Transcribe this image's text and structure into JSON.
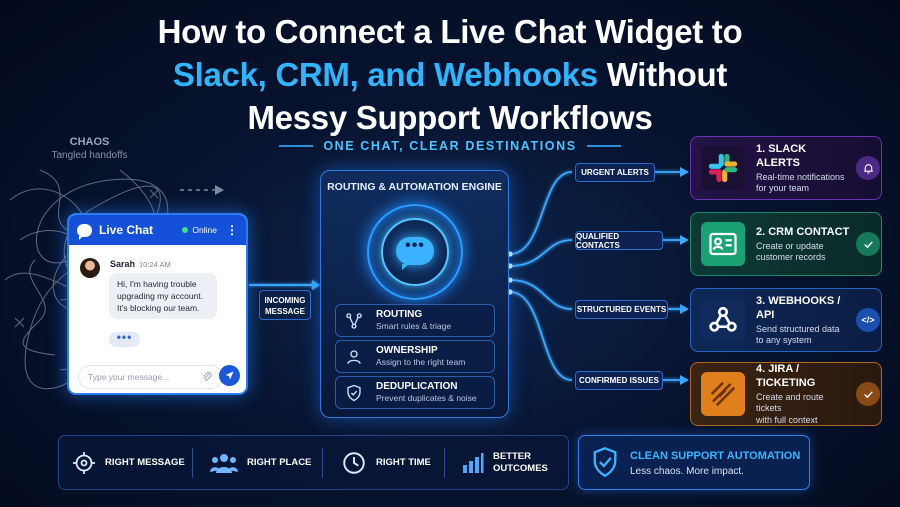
{
  "title": {
    "line1": "How to Connect a Live Chat Widget to",
    "line2_accent": "Slack, CRM, and Webhooks",
    "line2_rest": " Without",
    "line3": "Messy Support Workflows"
  },
  "subtitle": "ONE CHAT, CLEAR DESTINATIONS",
  "chaos": {
    "title": "CHAOS",
    "subtitle": "Tangled handoffs"
  },
  "chat": {
    "header": "Live Chat",
    "status": "Online",
    "sender": "Sarah",
    "time": "10:24 AM",
    "message": "Hi, I'm having trouble upgrading my account. It's blocking our team.",
    "typing": "•••",
    "input_placeholder": "Type your message..."
  },
  "incoming_label": {
    "line1": "INCOMING",
    "line2": "MESSAGE"
  },
  "engine": {
    "title": "ROUTING & AUTOMATION ENGINE",
    "items": [
      {
        "title": "ROUTING",
        "subtitle": "Smart rules & triage",
        "icon": "routing-icon"
      },
      {
        "title": "OWNERSHIP",
        "subtitle": "Assign to the right team",
        "icon": "person-icon"
      },
      {
        "title": "DEDUPLICATION",
        "subtitle": "Prevent duplicates & noise",
        "icon": "shield-check-icon"
      }
    ]
  },
  "connectors": [
    "URGENT ALERTS",
    "QUALIFIED CONTACTS",
    "STRUCTURED EVENTS",
    "CONFIRMED ISSUES"
  ],
  "destinations": [
    {
      "title": "1. SLACK ALERTS",
      "line1": "Real-time notifications",
      "line2": "for your team",
      "icon": "slack-icon",
      "badge": "bell-icon",
      "color": "#8a3fd1"
    },
    {
      "title": "2. CRM CONTACT",
      "line1": "Create or update",
      "line2": "customer records",
      "icon": "contact-card-icon",
      "badge": "check-icon",
      "color": "#1fa37a"
    },
    {
      "title": "3. WEBHOOKS / API",
      "line1": "Send structured data",
      "line2": "to any system",
      "icon": "webhook-icon",
      "badge": "code-icon",
      "color": "#2f7ae5"
    },
    {
      "title": "4. JIRA / TICKETING",
      "line1": "Create and route tickets",
      "line2": "with full context",
      "icon": "jira-icon",
      "badge": "check-icon",
      "color": "#e08a22"
    }
  ],
  "bottom": {
    "items": [
      {
        "label": "RIGHT MESSAGE",
        "icon": "target-icon"
      },
      {
        "label": "RIGHT PLACE",
        "icon": "team-icon"
      },
      {
        "label": "RIGHT TIME",
        "icon": "clock-icon"
      },
      {
        "label_line1": "BETTER",
        "label_line2": "OUTCOMES",
        "icon": "bar-chart-icon"
      }
    ],
    "clean_title": "CLEAN SUPPORT AUTOMATION",
    "clean_subtitle": "Less chaos. More impact."
  }
}
